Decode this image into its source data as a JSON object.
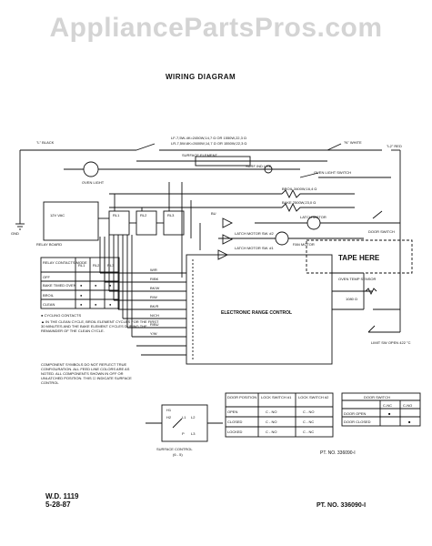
{
  "watermark": "AppliancePartsPros.com",
  "title": "WIRING DIAGRAM",
  "wire_labels": {
    "l1_black": "\"L\" BLACK",
    "n_white": "\"N\" WHITE",
    "l2_red": "\"L2\" RED",
    "element_spec_1": "LF-7,5W-4K=2450W,14,7 Ω OR 1550W,22,3 Ω",
    "element_spec_2": "LR-7,5W-6K=2600W,14,7 Ω OR 1550W,22,3 Ω",
    "surface_element": "SURFACE ELEMENT",
    "surf_ind_lite": "SURF IND LITE",
    "oven_light_switch": "OVEN LIGHT SWITCH",
    "oven_light": "OVEN LIGHT",
    "broil": "BROIL 3400W,16,4 Ω",
    "bake": "BAKE 2500W,23,0 Ω",
    "latch_motor": "LATCH MOTOR",
    "door_switch_small": "DOOR SWITCH",
    "oven_vac": "12V VAC",
    "relay_board": "RELAY BOARD",
    "rl1": "RL1",
    "rl2": "RL2",
    "rl3": "RL3",
    "latch_motor_sw2": "LATCH MOTOR SW. #2",
    "fan_motor": "FAN MOTOR",
    "latch_motor_sw1": "LATCH MOTOR SW. #1",
    "erc": "ELECTRONIC RANGE CONTROL",
    "tape_here": "TAPE HERE",
    "oven_temp_sensor": "OVEN TEMP SENSOR",
    "sensor_ohm": "1080 Ω",
    "limit_sw": "LIMIT SW OPEN 422 °C",
    "gnd": "GND",
    "bu": "BU",
    "wires": [
      "W/R",
      "R/BK",
      "BK/W",
      "R/W",
      "BK/R",
      "N/CH",
      "R/BU",
      "Y/W"
    ]
  },
  "relay_table": {
    "headers": [
      "RELAY CONTACTS MODE",
      "RL1",
      "RL2",
      "RL3"
    ],
    "rows": [
      [
        "OFF",
        "",
        "",
        ""
      ],
      [
        "BAKE TIMED OVEN",
        "●",
        "●",
        "●"
      ],
      [
        "BROIL",
        "●",
        "",
        ""
      ],
      [
        "CLEAN",
        "●",
        "●",
        "●"
      ]
    ],
    "note_cycling": "● CYCLING CONTACTS",
    "note_clean": "▲ IN THE CLEAN CYCLE, BROIL ELEMENT CYCLES FOR THE FIRST 30 MINUTES AND THE BAKE ELEMENT CYCLES DURING THE REMAINDER OF THE CLEAN CYCLE."
  },
  "component_note": "COMPONENT SYMBOLS DO NOT REFLECT TRUE CONFIGURATION. ALL FEED LINE COLORS ARE AS NOTED. ALL COMPONENTS SHOWN IN OFF OR UNLATCHED POSITION. THIS ☐ INDICATE SURFACE CONTROL",
  "surface_control": {
    "label": "SURFACE CONTROL",
    "sub": "(6 - 5)",
    "terminals": [
      "H1",
      "H2",
      "L1",
      "L2",
      "P",
      "L3"
    ]
  },
  "lock_table": {
    "headers": [
      "DOOR POSITION",
      "LOCK SWITCH #1",
      "LOCK SWITCH #2"
    ],
    "rows": [
      [
        "OPEN",
        "C - NO",
        "C - NO"
      ],
      [
        "CLOSED",
        "C - NO",
        "C - NC"
      ],
      [
        "LOCKED",
        "C - NO",
        "C - NC"
      ]
    ]
  },
  "door_switch_table": {
    "title": "DOOR SWITCH",
    "headers": [
      "",
      "C-NC",
      "C-NO"
    ],
    "rows": [
      [
        "DOOR OPEN",
        "■",
        ""
      ],
      [
        "DOOR CLOSED",
        "",
        "■"
      ]
    ]
  },
  "pt_no_small": "PT. NO. 336090-I",
  "footer": {
    "wd": "W.D. 1119",
    "date": "5-28-87",
    "pt_no": "PT. NO. 336090-I"
  }
}
